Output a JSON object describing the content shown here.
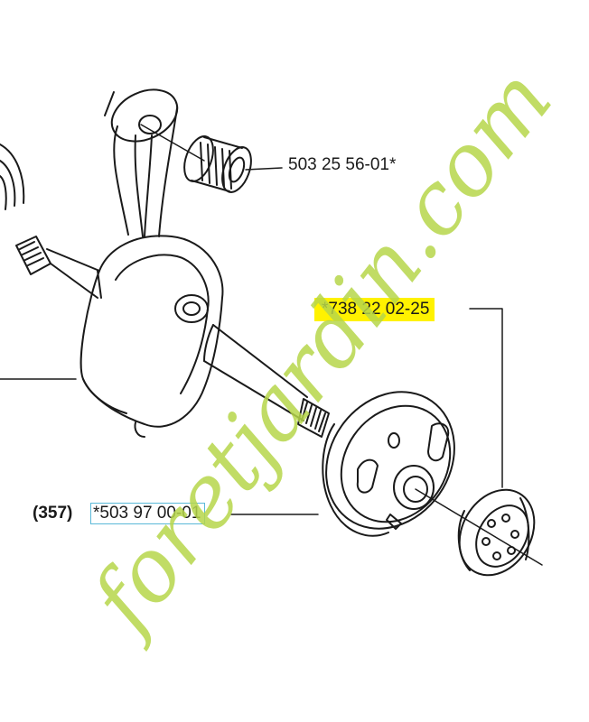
{
  "parts": {
    "needle_bearing": "503 25 56-01*",
    "bearing_ring": "*738 22 02-25",
    "ref_number": "(357)",
    "clutch_hub": "*503 97 00-01"
  },
  "watermark": {
    "text": "foretjardin.com"
  },
  "colors": {
    "line_art": "#1a1a1a",
    "highlight": "#fff200",
    "box_border": "#5ab9d8",
    "watermark_green": "#b6d64a",
    "watermark_orange": "#f2a13a",
    "watermark_brown": "#a08b6e"
  }
}
